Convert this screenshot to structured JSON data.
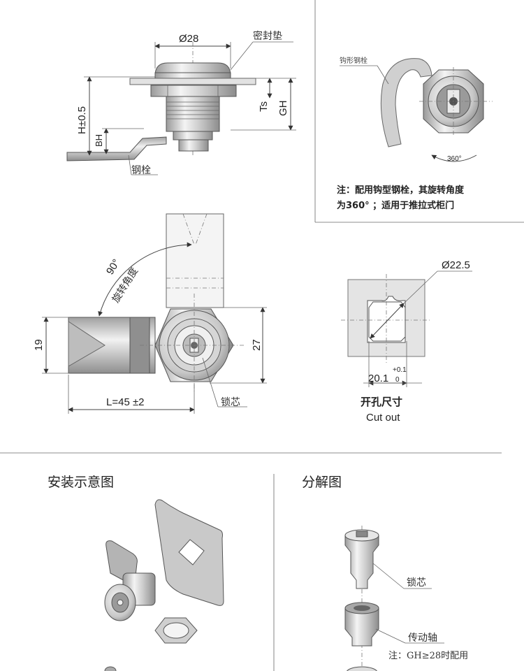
{
  "labels": {
    "diameter_28": "Ø28",
    "seal_gasket": "密封垫",
    "h_tolerance": "H±0.5",
    "bh": "BH",
    "ts": "Ts",
    "gh": "GH",
    "steel_latch": "钢栓",
    "hook_latch": "钩形钢栓",
    "angle_360": "360°",
    "note_line1": "注：配用钩型钢栓，其旋转角度",
    "note_line2": "为360° ；适用于推拉式柜门",
    "angle_90": "90°",
    "rotation_angle": "旋转角度",
    "dim_19": "19",
    "dim_27": "27",
    "length": "L=45 ±2",
    "lock_core": "锁芯",
    "diameter_22_5": "Ø22.5",
    "dim_20_1": "20.1",
    "tol_plus": "+0.1",
    "tol_zero": "0",
    "cutout_cn": "开孔尺寸",
    "cutout_en": "Cut out",
    "install_title": "安装示意图",
    "exploded_title": "分解图",
    "exploded_lock_core": "锁芯",
    "drive_shaft": "传动轴",
    "note_gh": "注：GH≥28时配用"
  }
}
